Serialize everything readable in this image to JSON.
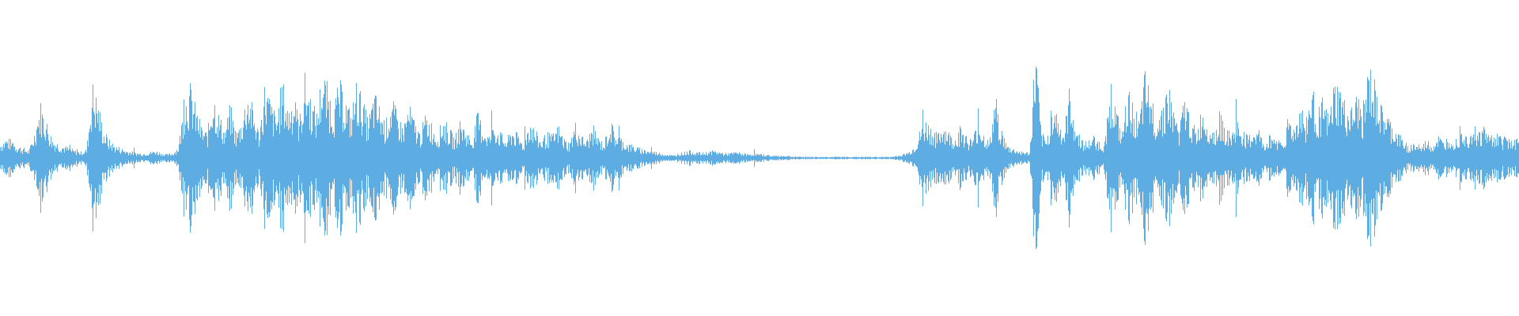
{
  "waveform": {
    "color": "#5dade2",
    "background": "#ffffff",
    "peaks": [
      0.12,
      0.16,
      0.14,
      0.1,
      0.08,
      0.06,
      0.22,
      0.44,
      0.3,
      0.16,
      0.12,
      0.1,
      0.08,
      0.06,
      0.05,
      0.07,
      0.6,
      0.44,
      0.22,
      0.14,
      0.1,
      0.08,
      0.06,
      0.05,
      0.04,
      0.04,
      0.05,
      0.06,
      0.04,
      0.03,
      0.04,
      0.1,
      0.48,
      0.58,
      0.4,
      0.25,
      0.2,
      0.55,
      0.35,
      0.22,
      0.42,
      0.2,
      0.3,
      0.55,
      0.38,
      0.2,
      0.6,
      0.45,
      0.32,
      0.62,
      0.4,
      0.5,
      0.3,
      0.66,
      0.48,
      0.35,
      0.7,
      0.55,
      0.42,
      0.6,
      0.48,
      0.35,
      0.62,
      0.45,
      0.3,
      0.52,
      0.4,
      0.28,
      0.48,
      0.35,
      0.25,
      0.42,
      0.3,
      0.2,
      0.35,
      0.28,
      0.18,
      0.32,
      0.24,
      0.16,
      0.3,
      0.22,
      0.15,
      0.36,
      0.25,
      0.18,
      0.28,
      0.2,
      0.14,
      0.24,
      0.18,
      0.12,
      0.32,
      0.22,
      0.14,
      0.2,
      0.18,
      0.26,
      0.16,
      0.12,
      0.28,
      0.18,
      0.14,
      0.26,
      0.16,
      0.12,
      0.3,
      0.2,
      0.16,
      0.12,
      0.1,
      0.08,
      0.07,
      0.06,
      0.05,
      0.04,
      0.03,
      0.02,
      0.04,
      0.05,
      0.06,
      0.05,
      0.04,
      0.05,
      0.06,
      0.05,
      0.04,
      0.04,
      0.05,
      0.04,
      0.03,
      0.04,
      0.03,
      0.03,
      0.02,
      0.02,
      0.02,
      0.02,
      0.01,
      0.01,
      0.01,
      0.01,
      0.01,
      0.01,
      0.01,
      0.01,
      0.01,
      0.01,
      0.01,
      0.01,
      0.01,
      0.01,
      0.01,
      0.01,
      0.01,
      0.01,
      0.02,
      0.03,
      0.05,
      0.1,
      0.22,
      0.3,
      0.24,
      0.18,
      0.28,
      0.2,
      0.16,
      0.26,
      0.18,
      0.14,
      0.3,
      0.2,
      0.12,
      0.5,
      0.25,
      0.1,
      0.08,
      0.06,
      0.05,
      0.04,
      0.9,
      0.2,
      0.14,
      0.5,
      0.3,
      0.2,
      0.58,
      0.24,
      0.16,
      0.12,
      0.18,
      0.14,
      0.1,
      0.62,
      0.4,
      0.18,
      0.52,
      0.44,
      0.28,
      0.66,
      0.5,
      0.35,
      0.42,
      0.6,
      0.38,
      0.25,
      0.48,
      0.32,
      0.2,
      0.4,
      0.3,
      0.22,
      0.35,
      0.26,
      0.18,
      0.3,
      0.22,
      0.16,
      0.24,
      0.18,
      0.12,
      0.2,
      0.16,
      0.12,
      0.34,
      0.24,
      0.44,
      0.3,
      0.56,
      0.4,
      0.46,
      0.32,
      0.6,
      0.55,
      0.4,
      0.38,
      0.5,
      0.35,
      0.74,
      0.58,
      0.4,
      0.36,
      0.26,
      0.2,
      0.14,
      0.1,
      0.12,
      0.08,
      0.15,
      0.1,
      0.18,
      0.12,
      0.2,
      0.15,
      0.25,
      0.18,
      0.28,
      0.2,
      0.26,
      0.18,
      0.22,
      0.16,
      0.2,
      0.14,
      0.16
    ]
  }
}
